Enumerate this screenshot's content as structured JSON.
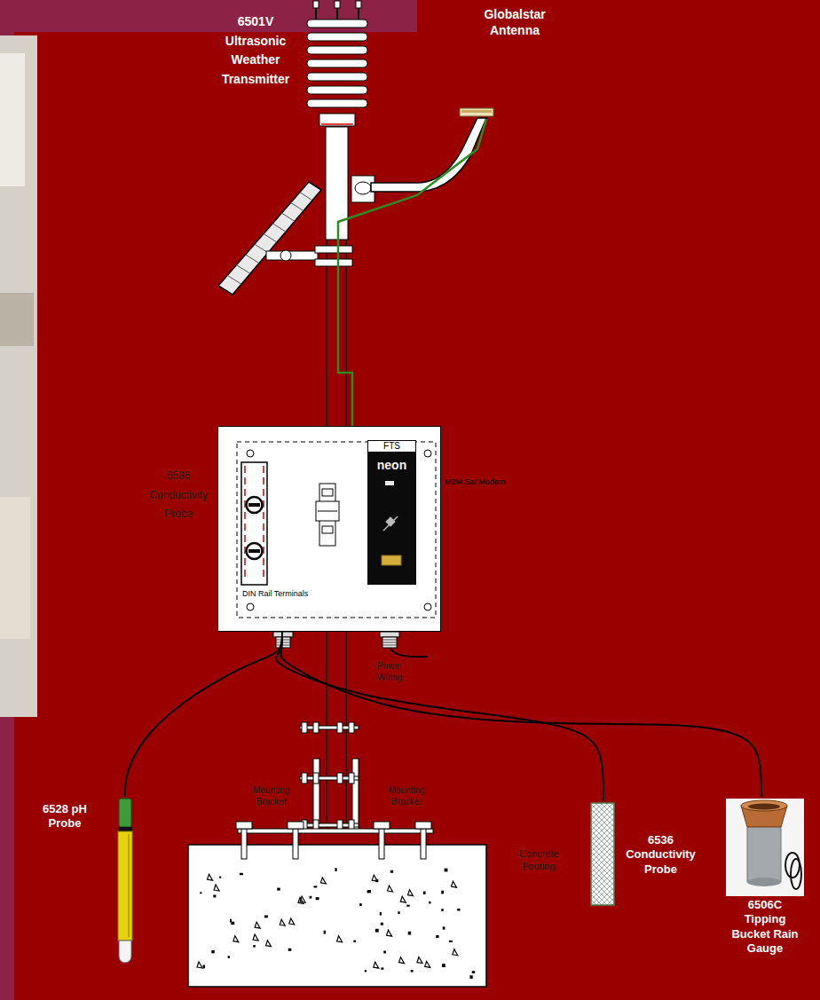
{
  "diagram": {
    "nodes": [
      {
        "text": [
          "6501V Ultrasonic Weather Transmitter"
        ]
      },
      {
        "text": [
          "Globalstar Antenna"
        ]
      },
      {
        "text": [
          "6536 Conductivity Probe",
          "DIN Rail Terminals"
        ]
      },
      {
        "text": [
          "FTS",
          "neon",
          "M2M Sat Modem"
        ],
        "in": 2
      },
      {
        "text": [
          "6528 pH Probe"
        ]
      },
      {
        "text": [
          "Concrete Footing"
        ]
      },
      {
        "text": [
          "6536 Conductivity Probe"
        ]
      },
      {
        "text": [
          "6506C Tipping Bucket Rain Gauge"
        ]
      }
    ],
    "edges": [
      {
        "from": 1,
        "to": 2,
        "arrow": "none"
      },
      {
        "from": 2,
        "to": 4,
        "arrow": "none"
      },
      {
        "from": 2,
        "to": 6,
        "arrow": "none"
      },
      {
        "from": 2,
        "to": 7,
        "arrow": "none"
      }
    ],
    "labels": [
      "Power Wiring",
      "Mounting Bracket",
      "Mounting Bracket"
    ]
  }
}
